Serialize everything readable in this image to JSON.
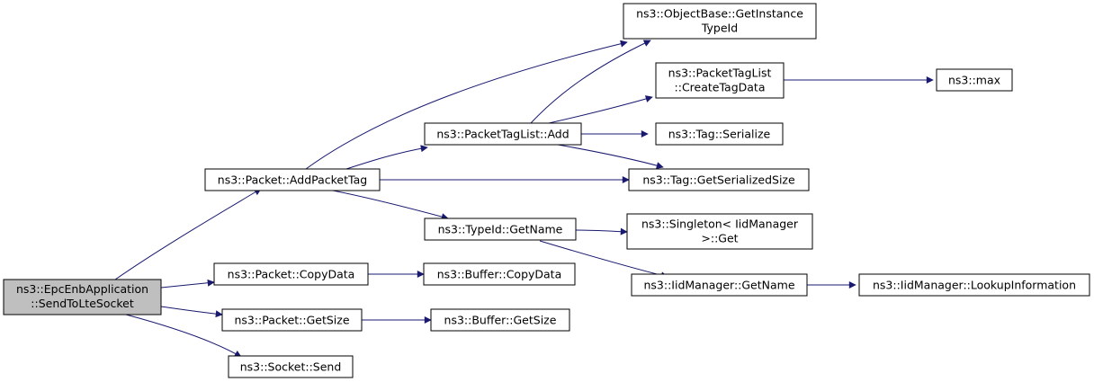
{
  "colors": {
    "edge": "#191970",
    "root_fill": "#bfbfbf",
    "node_fill": "#ffffff",
    "node_border": "#000000"
  },
  "nodes": {
    "root": [
      "ns3::EpcEnbApplication",
      "::SendToLteSocket"
    ],
    "add_packet_tag": [
      "ns3::Packet::AddPacketTag"
    ],
    "copy_data": [
      "ns3::Packet::CopyData"
    ],
    "get_size": [
      "ns3::Packet::GetSize"
    ],
    "socket_send": [
      "ns3::Socket::Send"
    ],
    "get_instance_typeid": [
      "ns3::ObjectBase::GetInstance",
      "TypeId"
    ],
    "tag_list_add": [
      "ns3::PacketTagList::Add"
    ],
    "get_serialized_size": [
      "ns3::Tag::GetSerializedSize"
    ],
    "typeid_get_name": [
      "ns3::TypeId::GetName"
    ],
    "buffer_copy_data": [
      "ns3::Buffer::CopyData"
    ],
    "buffer_get_size": [
      "ns3::Buffer::GetSize"
    ],
    "create_tag_data": [
      "ns3::PacketTagList",
      "::CreateTagData"
    ],
    "tag_serialize": [
      "ns3::Tag::Serialize"
    ],
    "singleton_get": [
      "ns3::Singleton< IidManager",
      ">::Get"
    ],
    "iid_get_name": [
      "ns3::IidManager::GetName"
    ],
    "max": [
      "ns3::max"
    ],
    "lookup_information": [
      "ns3::IidManager::LookupInformation"
    ]
  }
}
